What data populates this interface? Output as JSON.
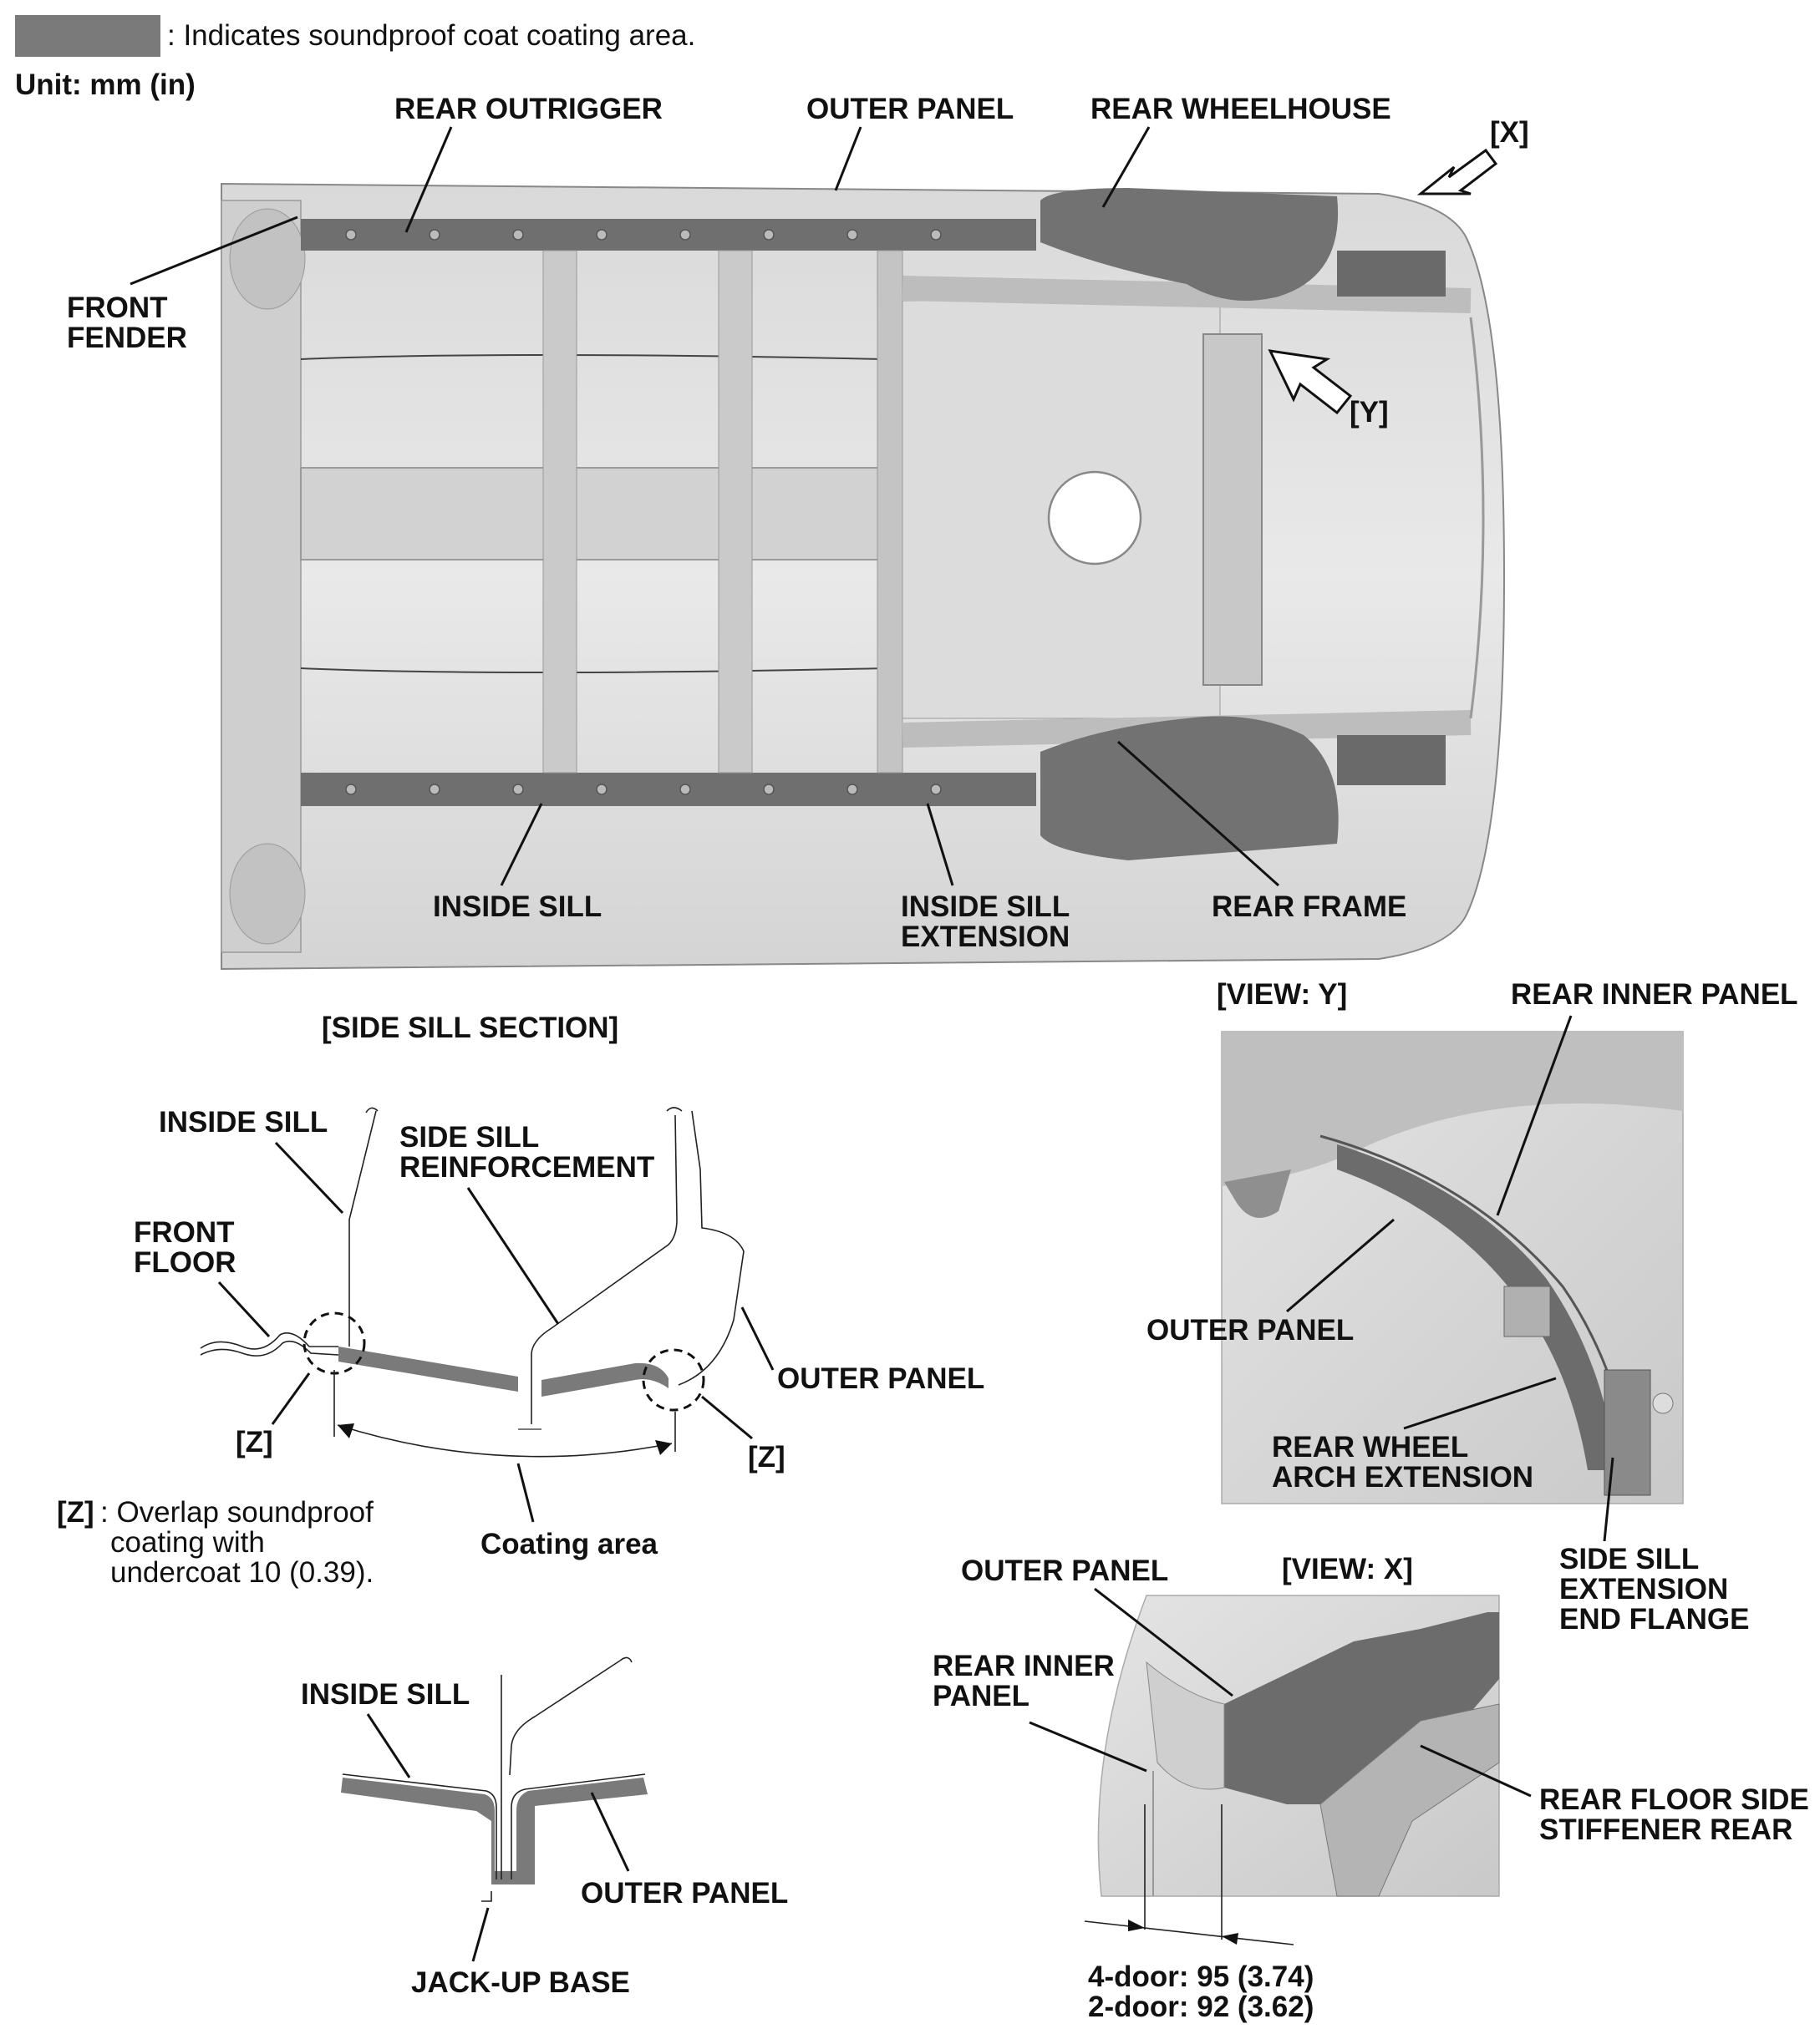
{
  "legend": {
    "swatch_color": "#7a7a7a",
    "text": ": Indicates soundproof coat coating area.",
    "unit": "Unit: mm (in)"
  },
  "underbody": {
    "labels": {
      "rear_outrigger": "REAR OUTRIGGER",
      "outer_panel": "OUTER PANEL",
      "rear_wheelhouse": "REAR WHEELHOUSE",
      "view_x_arrow": "[X]",
      "front_fender_1": "FRONT",
      "front_fender_2": "FENDER",
      "view_y_arrow": "[Y]",
      "inside_sill": "INSIDE SILL",
      "inside_sill_ext_1": "INSIDE SILL",
      "inside_sill_ext_2": "EXTENSION",
      "rear_frame": "REAR FRAME"
    }
  },
  "side_sill_section": {
    "title": "[SIDE SILL SECTION]",
    "labels": {
      "inside_sill": "INSIDE SILL",
      "reinf_1": "SIDE SILL",
      "reinf_2": "REINFORCEMENT",
      "front_floor_1": "FRONT",
      "front_floor_2": "FLOOR",
      "outer_panel": "OUTER PANEL",
      "z_left": "[Z]",
      "z_right": "[Z]",
      "coating_area": "Coating area"
    },
    "note": {
      "key": "[Z]",
      "line1": ": Overlap soundproof",
      "line2": "coating with",
      "line3": "undercoat 10 (0.39)."
    }
  },
  "jackup_section": {
    "labels": {
      "inside_sill": "INSIDE SILL",
      "outer_panel": "OUTER PANEL",
      "jackup_base": "JACK-UP BASE"
    }
  },
  "view_y": {
    "title": "[VIEW: Y]",
    "labels": {
      "rear_inner_panel": "REAR INNER PANEL",
      "outer_panel": "OUTER PANEL",
      "arch_ext_1": "REAR WHEEL",
      "arch_ext_2": "ARCH EXTENSION",
      "end_flange_1": "SIDE SILL",
      "end_flange_2": "EXTENSION",
      "end_flange_3": "END FLANGE"
    }
  },
  "view_x": {
    "title": "[VIEW: X]",
    "labels": {
      "outer_panel": "OUTER PANEL",
      "rear_inner_1": "REAR INNER",
      "rear_inner_2": "PANEL",
      "stiffener_1": "REAR FLOOR SIDE",
      "stiffener_2": "STIFFENER REAR",
      "dim_4door": "4-door: 95 (3.74)",
      "dim_2door": "2-door: 92 (3.62)"
    }
  }
}
